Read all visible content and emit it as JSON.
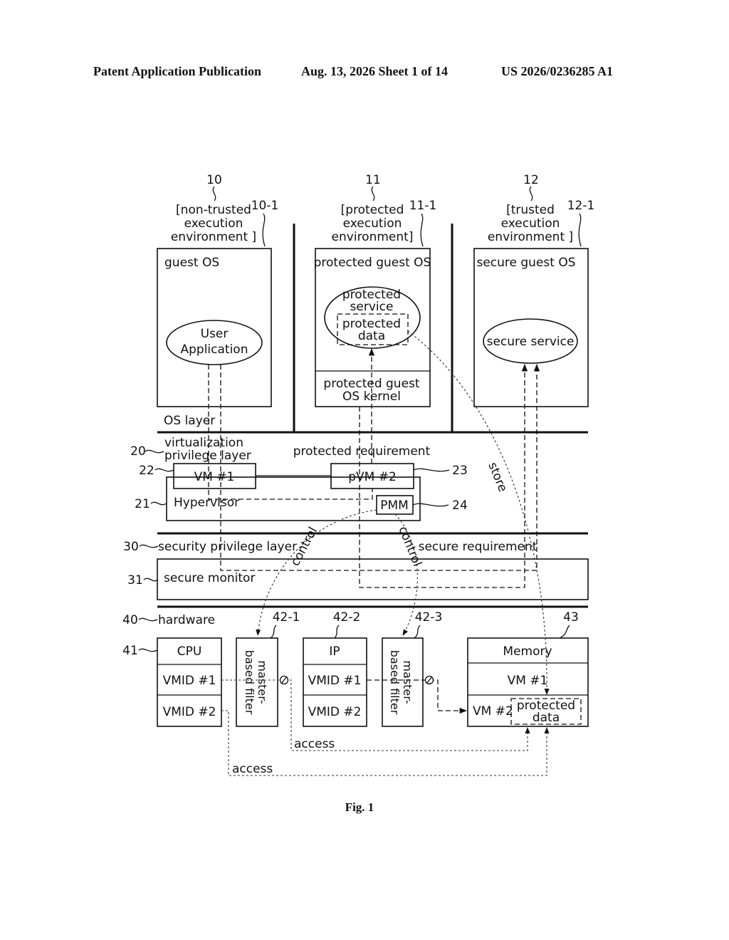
{
  "header": {
    "publication": "Patent Application Publication",
    "date_sheet": "Aug. 13, 2026  Sheet 1 of 14",
    "number": "US 2026/0236285 A1"
  },
  "environments": [
    {
      "ref": "10",
      "line1": "[non-trusted",
      "line2": "execution",
      "line3": "environment ]",
      "os_ref": "10-1",
      "os_title": "guest OS"
    },
    {
      "ref": "11",
      "line1": "[protected",
      "line2": "execution",
      "line3": "environment]",
      "os_ref": "11-1",
      "os_title": "protected guest OS"
    },
    {
      "ref": "12",
      "line1": "[trusted",
      "line2": "execution",
      "line3": "environment ]",
      "os_ref": "12-1",
      "os_title": "secure guest OS"
    }
  ],
  "services": {
    "user_app_1": "User",
    "user_app_2": "Application",
    "protected_service_1": "protected",
    "protected_service_2": "service",
    "protected_data_1": "protected",
    "protected_data_2": "data",
    "kernel_1": "protected guest",
    "kernel_2": "OS kernel",
    "secure_service": "secure service"
  },
  "layers": {
    "os_layer": "OS layer",
    "virt_ref": "20",
    "virt_1": "virtualization",
    "virt_2": "privilege layer",
    "protected_requirement": "protected requirement",
    "vm1_ref": "22",
    "vm1": "VM #1",
    "pvm2_ref": "23",
    "pvm2": "pVM #2",
    "hypervisor_ref": "21",
    "hypervisor": "Hypervisor",
    "pmm_ref": "24",
    "pmm": "PMM",
    "store": "store",
    "security_ref": "30",
    "security": "security privilege layer",
    "secure_requirement": "secure requirement",
    "monitor_ref": "31",
    "monitor": "secure monitor",
    "control": "control",
    "hardware_ref": "40",
    "hardware": "hardware"
  },
  "hardware": {
    "cpu_ref": "41",
    "cpu": "CPU",
    "vmid1": "VMID #1",
    "vmid2": "VMID #2",
    "filter1_ref": "42-1",
    "filter2_ref": "42-2",
    "filter3_ref": "42-3",
    "filter_1": "master-",
    "filter_2": "based filter",
    "ip": "IP",
    "memory_ref": "43",
    "memory": "Memory",
    "mem_vm1": "VM #1",
    "mem_vm2": "VM #2",
    "mem_pd_1": "protected",
    "mem_pd_2": "data",
    "access": "access"
  },
  "caption": "Fig. 1"
}
